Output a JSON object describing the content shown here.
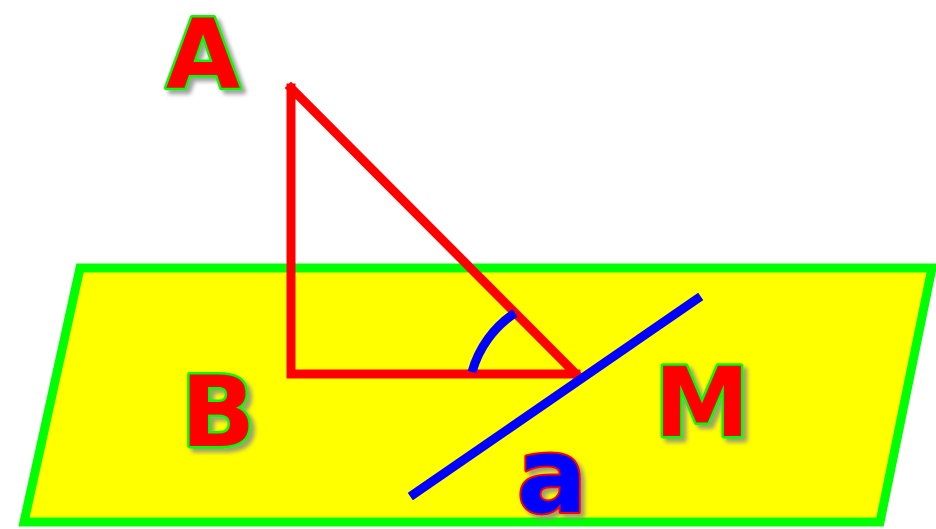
{
  "diagram": {
    "labels": {
      "point_a": "A",
      "point_b": "B",
      "point_m": "M",
      "line_a": "a"
    },
    "colors": {
      "plane_fill": "#ffff00",
      "plane_border": "#00ff00",
      "triangle": "#ff0000",
      "line": "#0000ff",
      "angle_arc": "#0000ff",
      "label_fill": "#ff0000",
      "label_outline": "#00ff00",
      "line_label_fill": "#0000ff",
      "line_label_outline": "#ff0000",
      "shadow": "#888888"
    }
  }
}
